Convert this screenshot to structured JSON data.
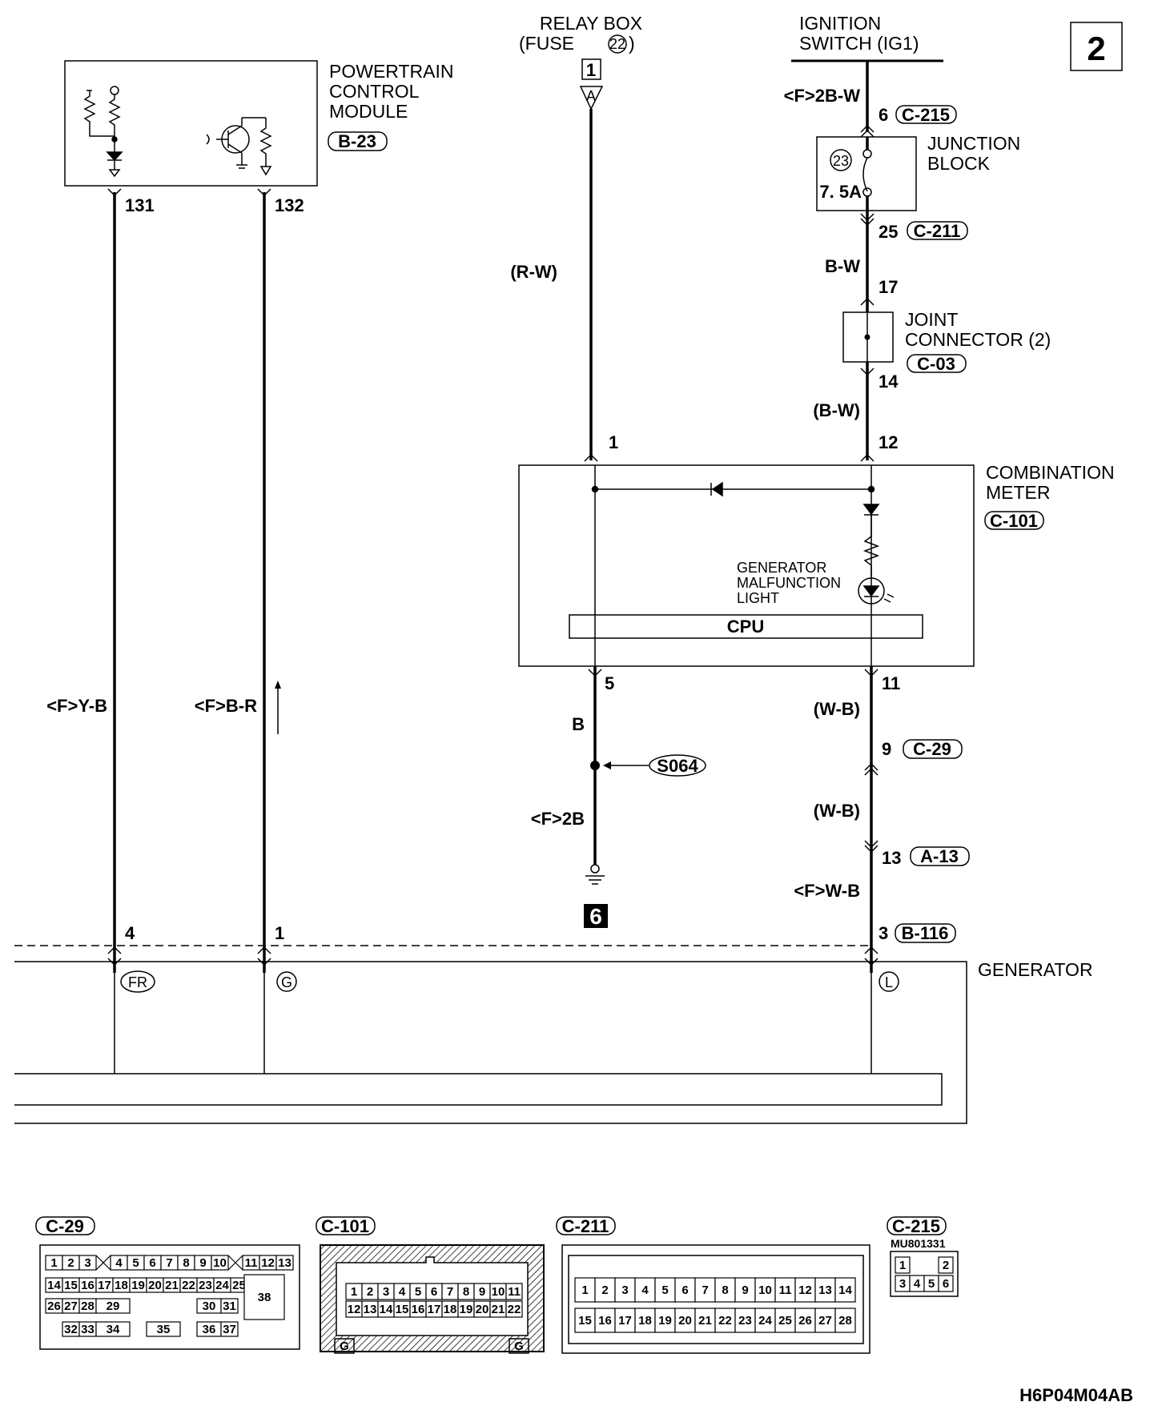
{
  "page_number": "2",
  "figure_code": "H6P04M04AB",
  "components": {
    "pcm": {
      "name_lines": [
        "POWERTRAIN",
        "CONTROL",
        "MODULE"
      ],
      "connector": "B-23",
      "pins": [
        "131",
        "132"
      ]
    },
    "relay_box": {
      "name_lines": [
        "RELAY BOX",
        "(FUSE"
      ],
      "fuse_no": "22",
      "tag": "1",
      "terminal": "A"
    },
    "ignition_switch": {
      "name_lines": [
        "IGNITION",
        "SWITCH (IG1)"
      ]
    },
    "junction_block": {
      "name_lines": [
        "JUNCTION",
        "BLOCK"
      ],
      "fuse_no": "23",
      "fuse_rating": "7. 5A"
    },
    "joint_connector": {
      "name_lines": [
        "JOINT",
        "CONNECTOR (2)"
      ],
      "connector": "C-03"
    },
    "combination_meter": {
      "name_lines": [
        "COMBINATION",
        "METER"
      ],
      "connector": "C-101",
      "cpu_label": "CPU",
      "light_lines": [
        "GENERATOR",
        "MALFUNCTION",
        "LIGHT"
      ]
    },
    "generator": {
      "name": "GENERATOR",
      "terminals": [
        "FR",
        "G",
        "L"
      ]
    },
    "ground": {
      "splice": "S064",
      "number": "6"
    }
  },
  "wires": {
    "ig_top": "<F>2B-W",
    "bw": "B-W",
    "bw_paren": "(B-W)",
    "rw": "(R-W)",
    "pcm_131": "<F>Y-B",
    "pcm_132": "<F>B-R",
    "meter_5": "B",
    "ground_wire": "<F>2B",
    "wb1": "(W-B)",
    "wb2": "(W-B)",
    "gen_l": "<F>W-B"
  },
  "pins": {
    "c215_pin": "6",
    "c215": "C-215",
    "c211_pin": "25",
    "c211": "C-211",
    "jc_in": "17",
    "jc_out": "14",
    "meter_1": "1",
    "meter_12": "12",
    "meter_5": "5",
    "meter_11": "11",
    "c29_pin": "9",
    "c29": "C-29",
    "a13_pin": "13",
    "a13": "A-13",
    "b116_pin": "3",
    "b116": "B-116",
    "gen_4": "4",
    "gen_1": "1"
  },
  "connector_views": {
    "c29": {
      "label": "C-29",
      "row1": [
        "1",
        "2",
        "3",
        "4",
        "5",
        "6",
        "7",
        "8",
        "9",
        "10",
        "11",
        "12",
        "13"
      ],
      "row2": [
        "14",
        "15",
        "16",
        "17",
        "18",
        "19",
        "20",
        "21",
        "22",
        "23",
        "24",
        "25"
      ],
      "row3": [
        "26",
        "27",
        "28",
        "29",
        "30",
        "31",
        "38"
      ],
      "row4": [
        "32",
        "33",
        "34",
        "35",
        "36",
        "37"
      ]
    },
    "c101": {
      "label": "C-101",
      "row1": [
        "1",
        "2",
        "3",
        "4",
        "5",
        "6",
        "7",
        "8",
        "9",
        "10",
        "11"
      ],
      "row2": [
        "12",
        "13",
        "14",
        "15",
        "16",
        "17",
        "18",
        "19",
        "20",
        "21",
        "22"
      ],
      "g": "G"
    },
    "c211": {
      "label": "C-211",
      "row1": [
        "1",
        "2",
        "3",
        "4",
        "5",
        "6",
        "7",
        "8",
        "9",
        "10",
        "11",
        "12",
        "13",
        "14"
      ],
      "row2": [
        "15",
        "16",
        "17",
        "18",
        "19",
        "20",
        "21",
        "22",
        "23",
        "24",
        "25",
        "26",
        "27",
        "28"
      ]
    },
    "c215": {
      "label": "C-215",
      "part": "MU801331",
      "row1": [
        "1",
        "2"
      ],
      "row2": [
        "3",
        "4",
        "5",
        "6"
      ]
    }
  }
}
